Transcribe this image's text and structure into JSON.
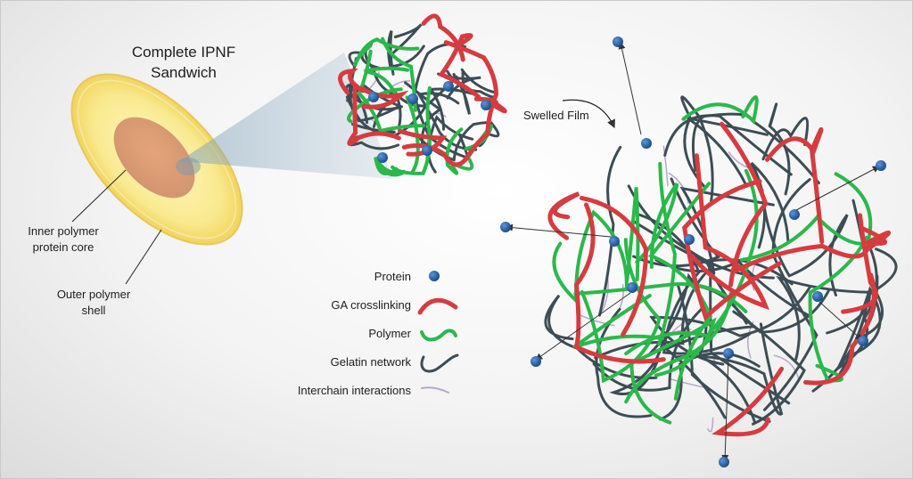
{
  "title": {
    "line1": "Complete IPNF",
    "line2": "Sandwich"
  },
  "labels": {
    "inner_core": {
      "line1": "Inner polymer",
      "line2": "protein core"
    },
    "outer_shell": {
      "line1": "Outer polymer",
      "line2": "shell"
    },
    "swelled_film": "Swelled Film"
  },
  "legend": [
    {
      "label": "Protein",
      "symbol": "protein-dot"
    },
    {
      "label": "GA crosslinking",
      "symbol": "red-strand"
    },
    {
      "label": "Polymer",
      "symbol": "green-strand"
    },
    {
      "label": "Gelatin network",
      "symbol": "gray-strand"
    },
    {
      "label": "Interchain interactions",
      "symbol": "lilac-dash"
    }
  ],
  "colors": {
    "protein": "#1f5fa8",
    "ga_crosslinking": "#d63c3f",
    "polymer": "#2bb84b",
    "gelatin": "#3d4d55",
    "interchain": "#b7a6c9",
    "shell": "#f7e27a",
    "core": "#d98a64"
  }
}
